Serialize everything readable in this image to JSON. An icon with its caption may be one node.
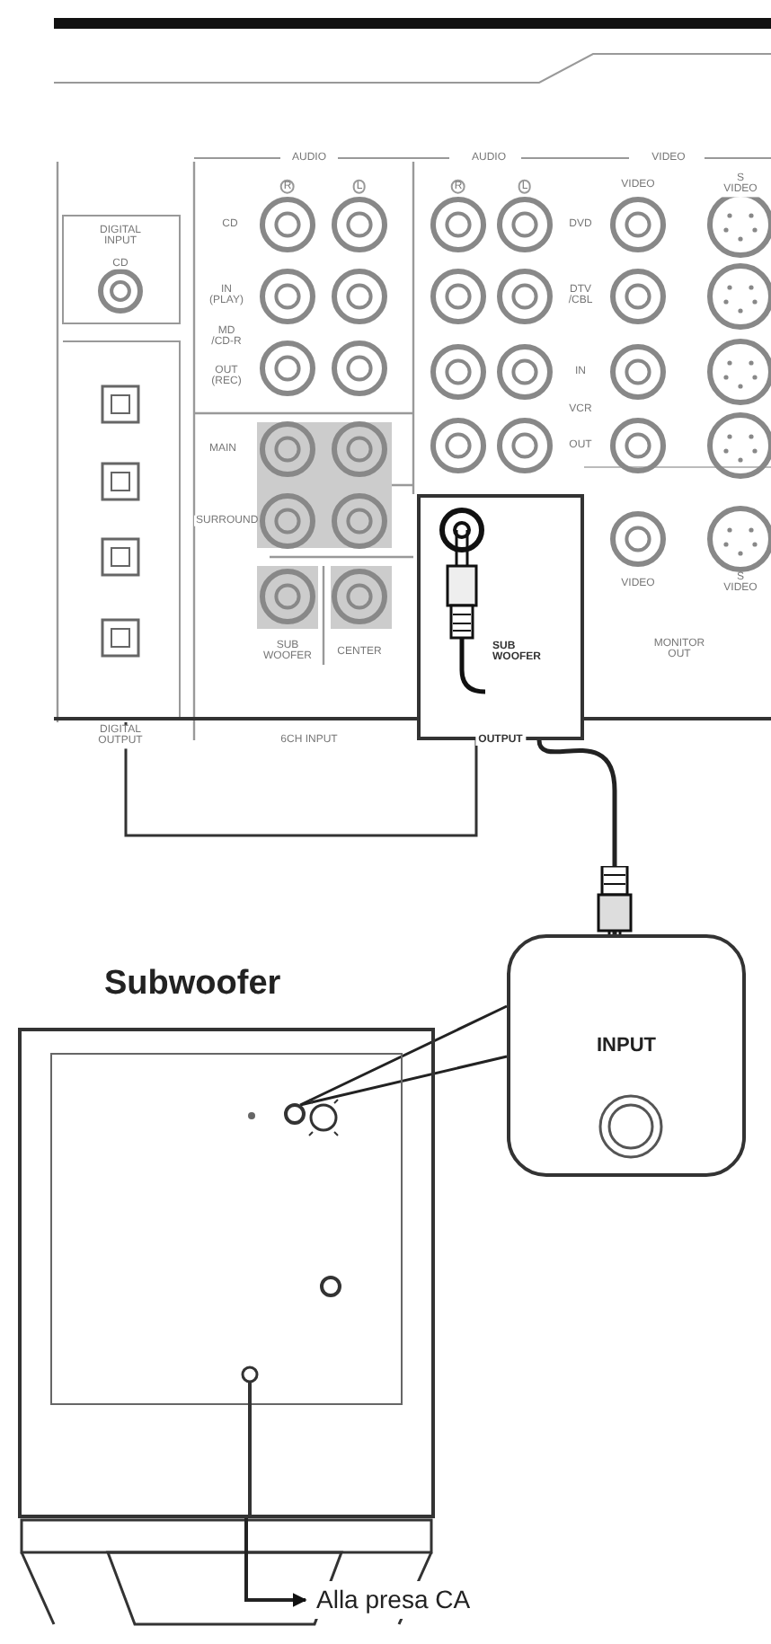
{
  "diagram": {
    "nodes": [
      {
        "text": [
          "SUB WOOFER",
          "OUTPUT"
        ]
      },
      {
        "text": [
          "INPUT"
        ]
      },
      {
        "text": [
          "Subwoofer"
        ]
      },
      {
        "text": [],
        "shape": "circle",
        "in": 2
      },
      {
        "text": [
          "Alla presa CA"
        ]
      }
    ],
    "edges": [
      {
        "from": 0,
        "to": 1,
        "arrow": "none"
      },
      {
        "from": 1,
        "to": 3,
        "arrow": "none"
      },
      {
        "from": 2,
        "to": 4,
        "arrow": "to"
      }
    ],
    "labels": [
      "AUDIO",
      "AUDIO",
      "VIDEO",
      "R",
      "L",
      "R",
      "L",
      "VIDEO",
      "S VIDEO",
      "DIGITAL INPUT",
      "CD",
      "CD",
      "DVD",
      "IN (PLAY)",
      "DTV /CBL",
      "MD /CD-R",
      "OUT (REC)",
      "IN",
      "VCR",
      "MAIN",
      "OUT",
      "SURROUND",
      "VIDEO",
      "S VIDEO",
      "SUB WOOFER",
      "CENTER",
      "MONITOR OUT",
      "DIGITAL OUTPUT",
      "6CH INPUT"
    ]
  }
}
